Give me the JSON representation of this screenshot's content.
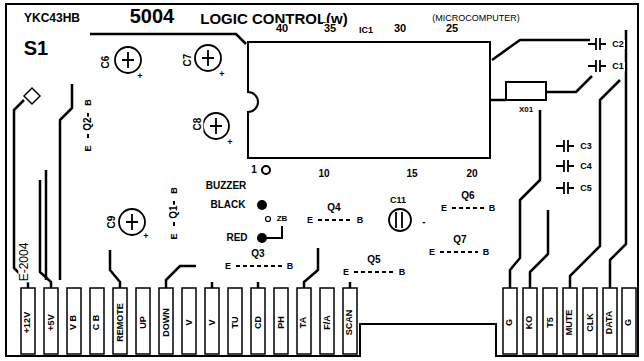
{
  "diagram": {
    "labels": [
      "YKC43HB",
      "5004",
      "LOGIC CONTROL(w)",
      "(MICROCOMPUTER)",
      "S1",
      "C6",
      "+",
      "C7",
      "+",
      "C8",
      "+",
      "C9",
      "+",
      "Q2",
      "E",
      "B",
      "Q1",
      "E",
      "B",
      "40",
      "35",
      "IC1",
      "30",
      "25",
      "1",
      "10",
      "15",
      "20",
      "X01",
      "C2",
      "C1",
      "C3",
      "C4",
      "C5",
      "BUZZER",
      "BLACK",
      "ZB",
      "RED",
      "Q4",
      "E",
      "B",
      "C11",
      "-",
      "Q6",
      "E",
      "B",
      "Q3",
      "E",
      "B",
      "Q5",
      "E",
      "B",
      "Q7",
      "E",
      "B",
      "E-2004",
      "+12V",
      "+5V",
      "V B",
      "C B",
      "REMOTE",
      "UP",
      "DOWN",
      "V",
      "V",
      "TU",
      "CD",
      "PH",
      "TA",
      "F/A",
      "SCAN",
      "G",
      "KO",
      "T5",
      "MUTE",
      "CLK",
      "DATA",
      "G"
    ]
  }
}
